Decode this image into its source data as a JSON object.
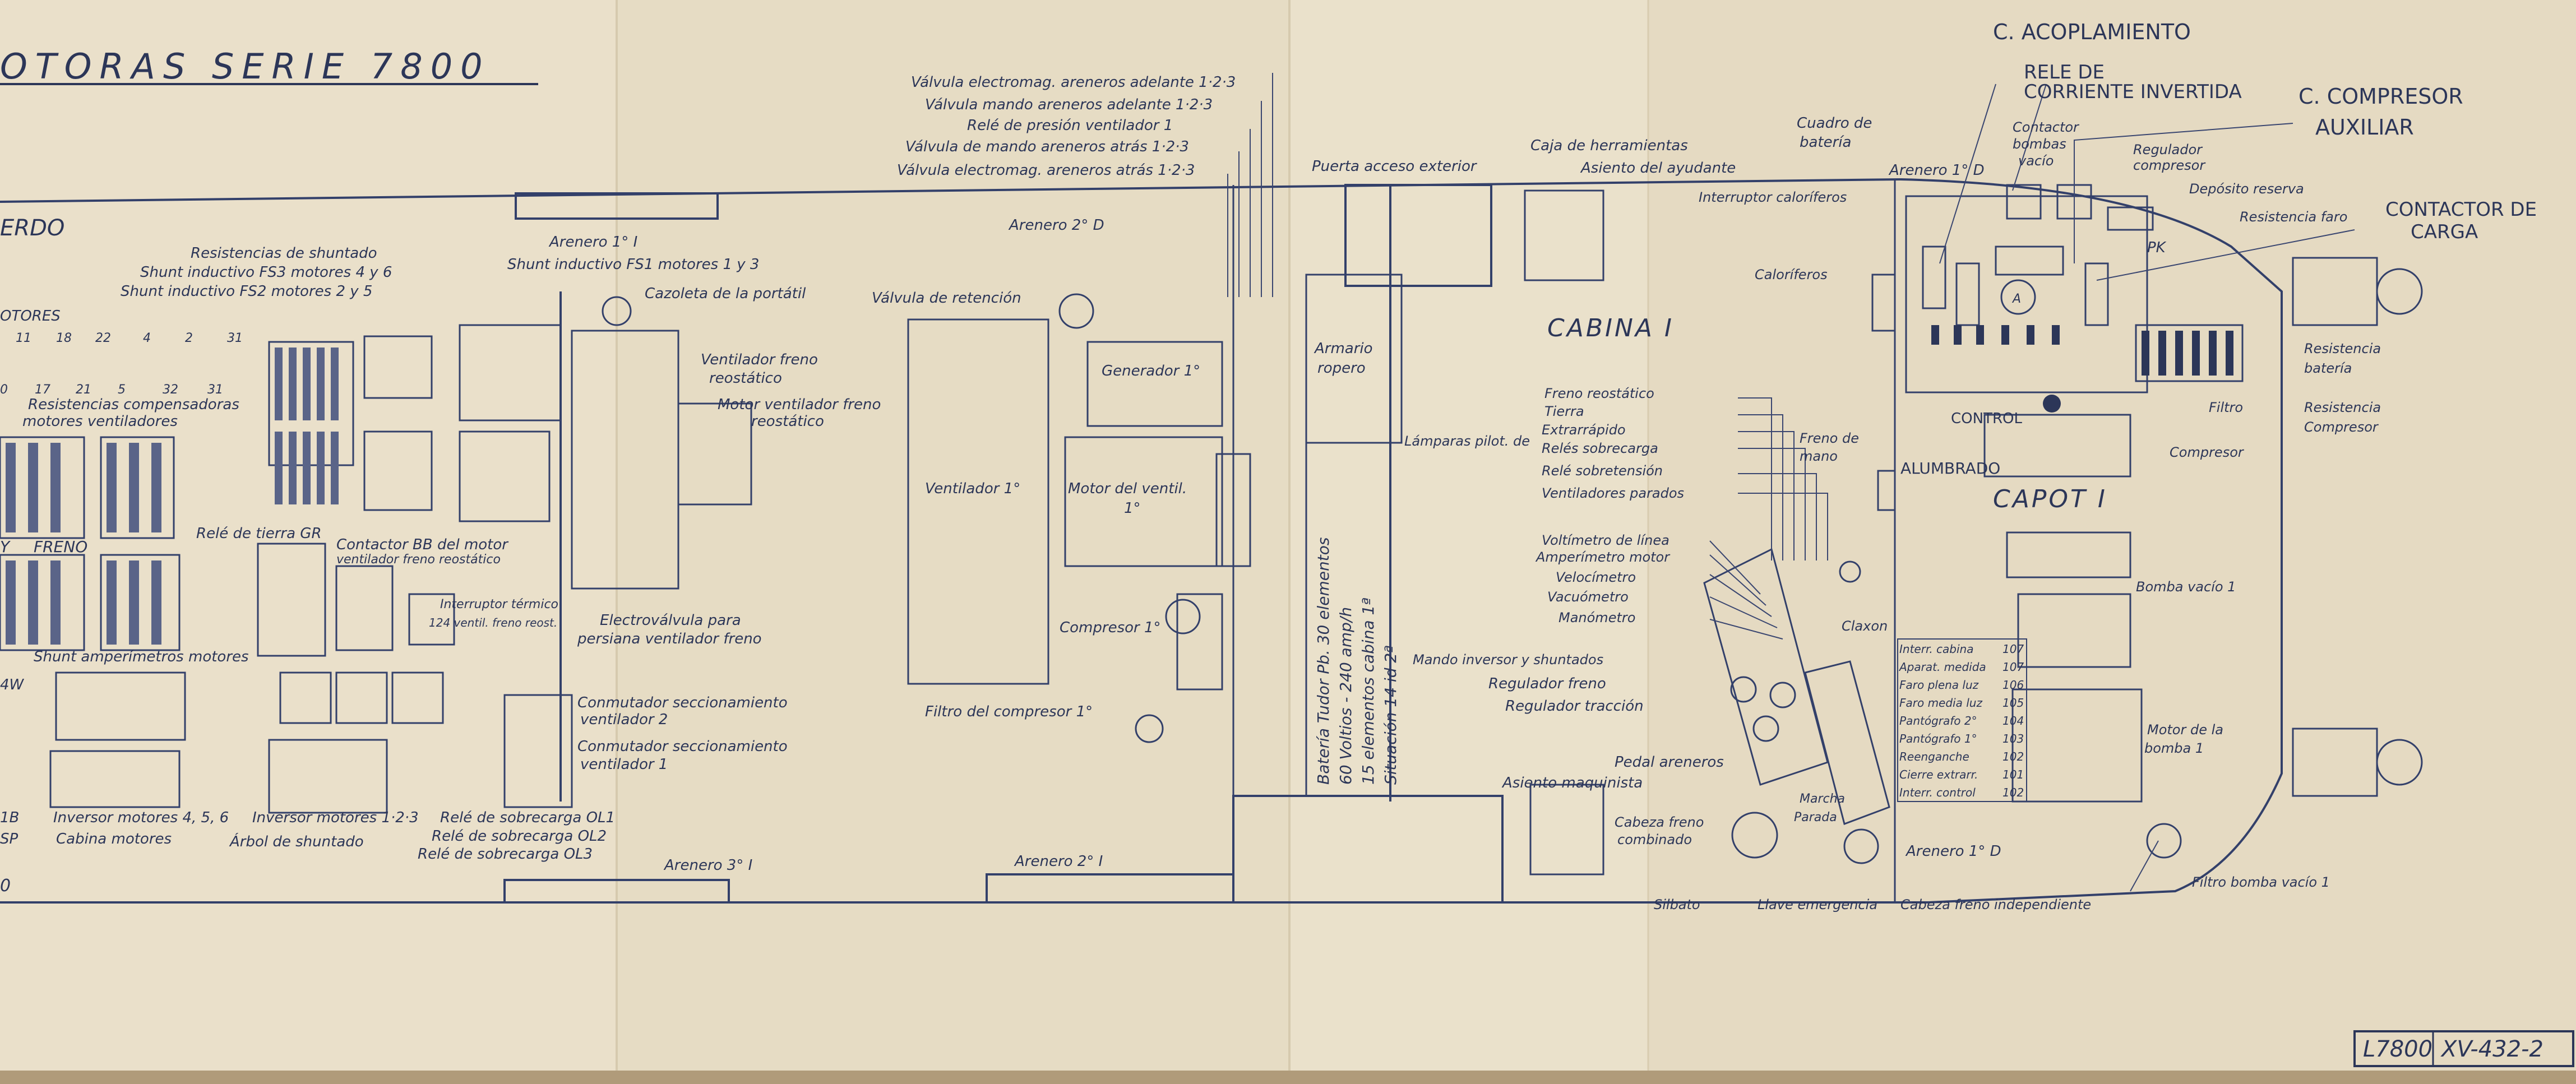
{
  "title": "OTORAS SERIE 7800",
  "section_left": "ERDO",
  "stamp": {
    "number": "L7800",
    "ref": "XV-432-2"
  },
  "handwritten": {
    "acoplamiento": "C. ACOPLAMIENTO",
    "rele_corriente_1": "RELE DE",
    "rele_corriente_2": "CORRIENTE INVERTIDA",
    "compresor_aux_1": "C. COMPRESOR",
    "compresor_aux_2": "AUXILIAR",
    "contactor_carga_1": "CONTACTOR DE",
    "contactor_carga_2": "CARGA",
    "control": "CONTROL",
    "alumbrado": "ALUMBRADO"
  },
  "labels": {
    "valv_arena_adel": "Válvula electromag. areneros adelante 1·2·3",
    "valv_mando_adel": "Válvula mando areneros adelante 1·2·3",
    "rele_presion": "Relé de presión ventilador 1",
    "valv_mando_atras": "Válvula de mando areneros atrás 1·2·3",
    "valv_arena_atras": "Válvula electromag. areneros atrás 1·2·3",
    "puerta_acceso": "Puerta acceso exterior",
    "caja_herramientas": "Caja de herramientas",
    "asiento_ayudante": "Asiento del ayudante",
    "cuadro_bateria_1": "Cuadro de",
    "cuadro_bateria_2": "batería",
    "arenero_1d_top": "Arenero 1° D",
    "interruptor_caloriferos": "Interruptor caloríferos",
    "contactor_bombas_1": "Contactor",
    "contactor_bombas_2": "bombas",
    "contactor_bombas_3": "vacío",
    "regulador_compresor_1": "Regulador",
    "regulador_compresor_2": "compresor",
    "deposito_reserva": "Depósito reserva",
    "resistencia_faro": "Resistencia faro",
    "arenero_1i": "Arenero 1° I",
    "arenero_2d": "Arenero 2° D",
    "resist_shuntado": "Resistencias de shuntado",
    "shunt_fs1": "Shunt inductivo FS1 motores 1 y 3",
    "shunt_fs3": "Shunt inductivo FS3 motores 4 y 6",
    "shunt_fs2": "Shunt inductivo FS2 motores 2 y 5",
    "cazoleta": "Cazoleta de la portátil",
    "motores_hdr": "OTORES",
    "resist_comp_1": "Resistencias compensadoras",
    "resist_comp_2": "motores ventiladores",
    "vent_freno_1": "Ventilador freno",
    "vent_freno_2": "reostático",
    "motor_vent_freno_1": "Motor ventilador freno",
    "motor_vent_freno_2": "reostático",
    "freno_hdr": "FRENO",
    "rele_tierra": "Relé de tierra GR",
    "contactor_bb_1": "Contactor BB del motor",
    "contactor_bb_2": "ventilador freno reostático",
    "interruptor_termico_1": "Interruptor térmico",
    "interruptor_termico_2": "124 ventil. freno reost.",
    "electrovalvula_1": "Electroválvula para",
    "electrovalvula_2": "persiana ventilador freno",
    "shunt_amperimetros": "Shunt amperímetros motores",
    "inversor_456": "Inversor motores 4, 5, 6",
    "cabina_motores": "Cabina motores",
    "inversor_123": "Inversor motores 1·2·3",
    "arbol_shuntado": "Árbol de shuntado",
    "rele_ol1": "Relé de sobrecarga OL1",
    "rele_ol2": "Relé de sobrecarga OL2",
    "rele_ol3": "Relé de sobrecarga OL3",
    "conmutador_2_1": "Conmutador seccionamiento",
    "conmutador_2_2": "ventilador 2",
    "conmutador_1_1": "Conmutador seccionamiento",
    "conmutador_1_2": "ventilador 1",
    "arenero_3i": "Arenero 3° I",
    "arenero_2i": "Arenero 2° I",
    "valvula_retencion": "Válvula de retención",
    "generador": "Generador 1°",
    "armario_1": "Armario",
    "armario_2": "ropero",
    "ventilador_1": "Ventilador 1°",
    "motor_ventil_1": "Motor del ventil.",
    "motor_ventil_2": "1°",
    "compresor_1": "Compresor 1°",
    "filtro_compresor": "Filtro del compresor 1°",
    "bateria_1": "Batería Tudor Pb. 30 elementos",
    "bateria_2": "60 Voltios - 240 amp/h",
    "bateria_3": "15 elementos cabina 1ª",
    "bateria_4": "Situación 14 id 2ª",
    "cabina": "CABINA I",
    "lamparas_piloto": "Lámparas pilot. de",
    "freno_reostatico": "Freno reostático",
    "tierra": "Tierra",
    "extrarrapido": "Extrarrápido",
    "reles_sobrecarga": "Relés sobrecarga",
    "rele_sobretension": "Relé sobretensión",
    "ventiladores_parados": "Ventiladores parados",
    "freno_mano_1": "Freno de",
    "freno_mano_2": "mano",
    "voltimetro": "Voltímetro de línea",
    "amperimetro": "Amperímetro motor",
    "velocimetro": "Velocímetro",
    "vacuometro": "Vacuómetro",
    "manometro": "Manómetro",
    "claxon": "Claxon",
    "mando_inversor": "Mando inversor y shuntados",
    "regulador_freno": "Regulador freno",
    "regulador_traccion": "Regulador tracción",
    "pedal_areneros": "Pedal areneros",
    "asiento_maquinista": "Asiento maquinista",
    "cabeza_freno_comb_1": "Cabeza freno",
    "cabeza_freno_comb_2": "combinado",
    "marcha": "Marcha",
    "parada": "Parada",
    "silbato": "Silbato",
    "llave_emergencia": "Llave emergencia",
    "cabeza_freno_indep": "Cabeza freno independiente",
    "caloriferos": "Caloríferos",
    "pk": "PK",
    "resist_bateria_1": "Resistencia",
    "resist_bateria_2": "batería",
    "filtro": "Filtro",
    "resist_compresor_1": "Resistencia",
    "resist_compresor_2": "Compresor",
    "compresor_right": "Compresor",
    "capot": "CAPOT I",
    "bomba_vacio_1": "Bomba vacío 1",
    "motor_bomba_1": "Motor de la",
    "motor_bomba_2": "bomba 1",
    "arenero_1d_bottom": "Arenero 1° D",
    "filtro_bomba": "Filtro bomba vacío 1",
    "motores_nums": [
      "11",
      "18",
      "22",
      "4",
      "2",
      "31"
    ],
    "motores_nums2": [
      "0",
      "17",
      "21",
      "5",
      "32",
      "31"
    ],
    "left_cut_1": "4W",
    "left_cut_2": "1B",
    "left_cut_3": "SP",
    "left_cut_4": "0",
    "left_cut_5": "Y",
    "fuse_a": "A"
  },
  "fuse_table": [
    {
      "name": "Interr. cabina",
      "num": "107"
    },
    {
      "name": "Aparat. medida",
      "num": "107"
    },
    {
      "name": "Faro plena luz",
      "num": "106"
    },
    {
      "name": "Faro media luz",
      "num": "105"
    },
    {
      "name": "Pantógrafo 2°",
      "num": "104"
    },
    {
      "name": "Pantógrafo 1°",
      "num": "103"
    },
    {
      "name": "Reenganche",
      "num": "102"
    },
    {
      "name": "Cierre extrarr.",
      "num": "101"
    },
    {
      "name": "Interr. control",
      "num": "102"
    }
  ]
}
